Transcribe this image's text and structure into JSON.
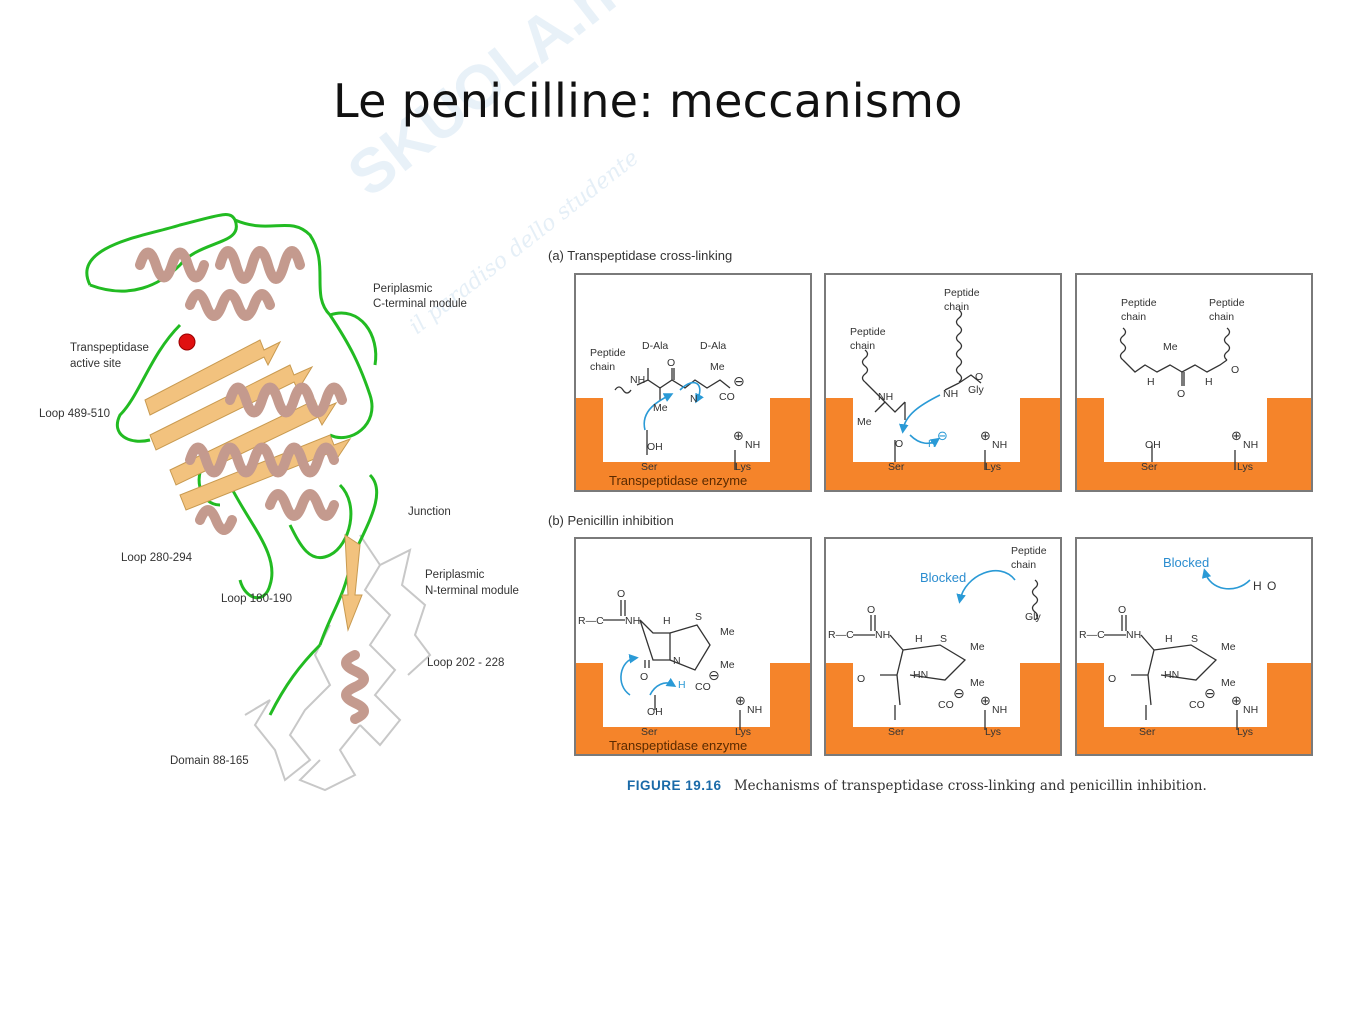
{
  "slide": {
    "title": "Le penicilline: meccanismo",
    "watermark": "SKUOLA.net",
    "watermark_sub": "il paradiso dello studente"
  },
  "structure": {
    "labels": {
      "periplasmic_c": [
        "Periplasmic",
        "C-terminal module"
      ],
      "active_site": [
        "Transpeptidase",
        "active site"
      ],
      "loop_489": "Loop 489-510",
      "junction": "Junction",
      "loop_280": "Loop 280-294",
      "periplasmic_n": [
        "Periplasmic",
        "N-terminal module"
      ],
      "loop_180": "Loop 180-190",
      "loop_202": "Loop 202 - 228",
      "domain_88": "Domain 88-165"
    },
    "colors": {
      "helix": "#c49a8e",
      "strand": "#f2c27e",
      "loop": "#22bb22",
      "trace": "#c8c8c8",
      "active_site": "#e01010"
    }
  },
  "figure": {
    "section_a": "(a)  Transpeptidase cross-linking",
    "section_b": "(b)  Penicillin inhibition",
    "enzyme_label": "Transpeptidase enzyme",
    "labels": {
      "peptide_chain": [
        "Peptide",
        "chain"
      ],
      "d_ala": "D-Ala",
      "me": "Me",
      "co2": "CO",
      "nh": "NH",
      "n": "N",
      "h": "H",
      "o": "O",
      "s": "S",
      "hn": "HN",
      "nh2": "NH",
      "gly": "Gly",
      "oh": "OH",
      "ser": "Ser",
      "lys": "Lys",
      "nh3": "NH",
      "h_ion": "H",
      "minus": "⊖",
      "plus": "⊕",
      "r_c": "R—C",
      "blocked": "Blocked",
      "h2o": "H",
      "h2o_o": "O"
    },
    "colors": {
      "enzyme": "#f5842a",
      "frame": "#7a7a7a",
      "arrow": "#2a9ad6",
      "blocked_text": "#2a8ccf"
    },
    "caption_fig": "FIGURE 19.16",
    "caption_text": "Mechanisms of transpeptidase cross-linking and penicillin inhibition."
  }
}
